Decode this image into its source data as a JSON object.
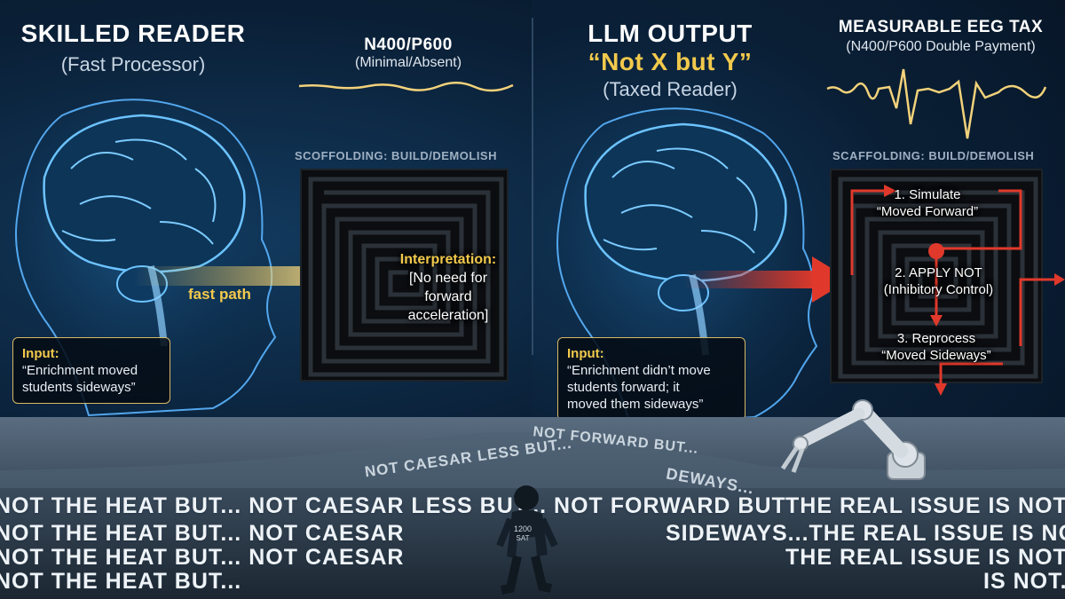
{
  "left": {
    "title": "SKILLED READER",
    "subtitle": "(Fast Processor)",
    "wave_title": "N400/P600",
    "wave_sub": "(Minimal/Absent)",
    "scaffold_label": "SCOFFOLDING: BUILD/DEMOLISH",
    "fast_path": "fast path",
    "interp_label": "Interpretation:",
    "interp_l1": "[No need for",
    "interp_l2": "forward",
    "interp_l3": "acceleration]",
    "input_label": "Input:",
    "input_l1": "“Enrichment moved",
    "input_l2": "students sideways”"
  },
  "right": {
    "title": "LLM OUTPUT",
    "title2": "“Not X but Y”",
    "subtitle": "(Taxed Reader)",
    "wave_title": "MEASURABLE EEG TAX",
    "wave_sub": "(N400/P600 Double Payment)",
    "scaffold_label": "SCAFFOLDING: BUILD/DEMOLISH",
    "step1_l1": "1. Simulate",
    "step1_l2": "“Moved Forward”",
    "step2_l1": "2. APPLY NOT",
    "step2_l2": "(Inhibitory Control)",
    "step3_l1": "3. Reprocess",
    "step3_l2": "“Moved Sideways”",
    "input_label": "Input:",
    "input_l1": "“Enrichment didn’t move",
    "input_l2": "students forward; it",
    "input_l3": "moved them sideways”"
  },
  "floor": {
    "line1": "NOT THE HEAT BUT... NOT CAESAR LESS BUT... NOT FORWARD BUT",
    "line1_right": "THE REAL ISSUE IS NOT.",
    "line2_left": "NOT THE HEAT BUT... NOT CAESAR",
    "line2_right": "SIDEWAYS...THE REAL ISSUE IS NOT.",
    "line3_left": "NOT THE HEAT BUT... NOT CAESAR",
    "line3_right": "THE REAL ISSUE IS NOT.",
    "line4_left": "NOT THE HEAT BUT...",
    "line4_right": "IS NOT.",
    "wave1": "NOT FORWARD BUT...",
    "wave2": "NOT CAESAR LESS BUT...",
    "wave3": "DEWAYS...",
    "child_shirt_1": "1200",
    "child_shirt_2": "SAT"
  },
  "colors": {
    "accent_gold": "#f2c94c",
    "accent_red": "#e0392b",
    "brain_blue": "#49a8ff"
  }
}
